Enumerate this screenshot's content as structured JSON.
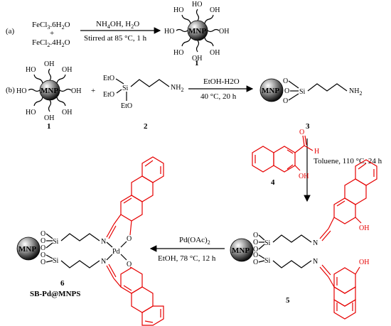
{
  "part_a": {
    "label": "(a)",
    "reactant1": "FeCl3.6H2O",
    "plus": "+",
    "reactant2": "FeCl2.4H2O",
    "conditions_top": "NH4OH, H2O",
    "conditions_bottom": "Stirred at 85 °C, 1 h",
    "product_number": "1"
  },
  "part_b": {
    "label": "(b)",
    "reagent1_number": "1",
    "plus": "+",
    "reagent2_number": "2",
    "conditions_top": "EtOH-H2O",
    "conditions_bottom": "40 °C, 20 h",
    "product_number": "3"
  },
  "step3": {
    "conditions": "Toluene, 110 °C, 24 h",
    "reagent_number": "4",
    "product_number": "5"
  },
  "step4": {
    "conditions_top": "Pd(OAc)2",
    "conditions_bottom": "EtOH, 78 °C, 12 h",
    "product_number": "6",
    "product_name": "SB-Pd@MNPS"
  },
  "labels": {
    "mnp": "MNP",
    "ho": "HO",
    "oh": "OH",
    "eto": "EtO",
    "si": "Si",
    "nh2": "NH2",
    "o": "O",
    "n": "N",
    "h": "H",
    "pd": "Pd"
  },
  "colors": {
    "ligand": "#e60000",
    "bond": "#000000"
  }
}
